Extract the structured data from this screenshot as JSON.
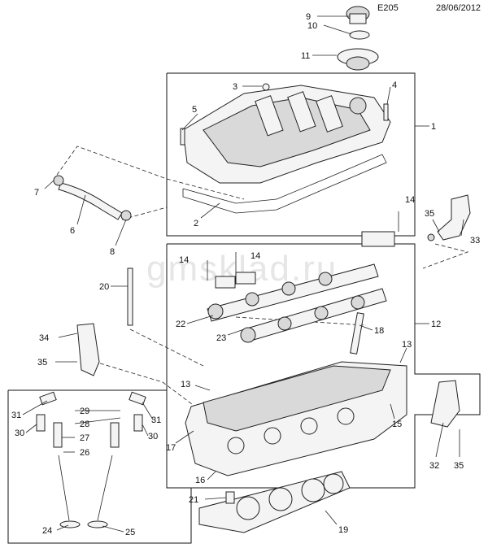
{
  "header": {
    "code": "E205",
    "date": "28/06/2012"
  },
  "watermark": "gmsklad.ru",
  "callouts": {
    "c1": "1",
    "c2": "2",
    "c3": "3",
    "c4": "4",
    "c5": "5",
    "c6": "6",
    "c7": "7",
    "c8": "8",
    "c9": "9",
    "c10": "10",
    "c11": "11",
    "c12": "12",
    "c13a": "13",
    "c13b": "13",
    "c14a": "14",
    "c14b": "14",
    "c14c": "14",
    "c15": "15",
    "c16": "16",
    "c17": "17",
    "c18": "18",
    "c19": "19",
    "c20": "20",
    "c21": "21",
    "c22": "22",
    "c23": "23",
    "c24": "24",
    "c25": "25",
    "c26": "26",
    "c27": "27",
    "c28": "28",
    "c29": "29",
    "c30a": "30",
    "c30b": "30",
    "c31a": "31",
    "c31b": "31",
    "c32": "32",
    "c33": "33",
    "c34": "34",
    "c35a": "35",
    "c35b": "35",
    "c35c": "35"
  }
}
